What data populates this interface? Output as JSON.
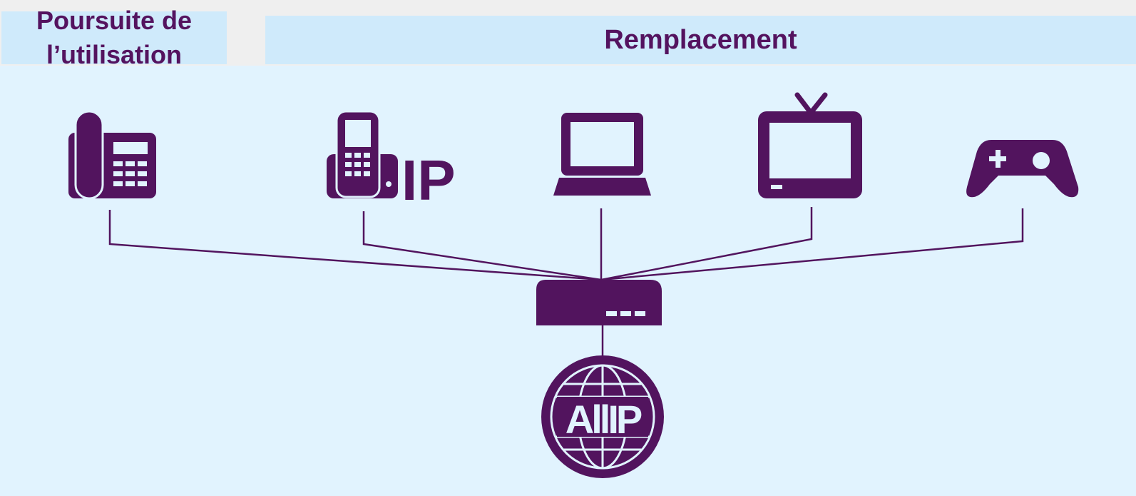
{
  "headers": {
    "left_line1": "Poursuite de",
    "left_line2": "l’utilisation",
    "right": "Remplacement"
  },
  "devices": {
    "ip_phone_label": "IP",
    "allip_label": "AllIP"
  },
  "colors": {
    "purple": "#52145e",
    "header_bg": "#cfeafb",
    "panel_bg": "#e1f3fe",
    "page_bg": "#efefef"
  },
  "icons": [
    "desk-phone-icon",
    "ip-phone-icon",
    "laptop-icon",
    "tv-icon",
    "gamepad-icon",
    "router-icon",
    "allip-globe-icon"
  ]
}
